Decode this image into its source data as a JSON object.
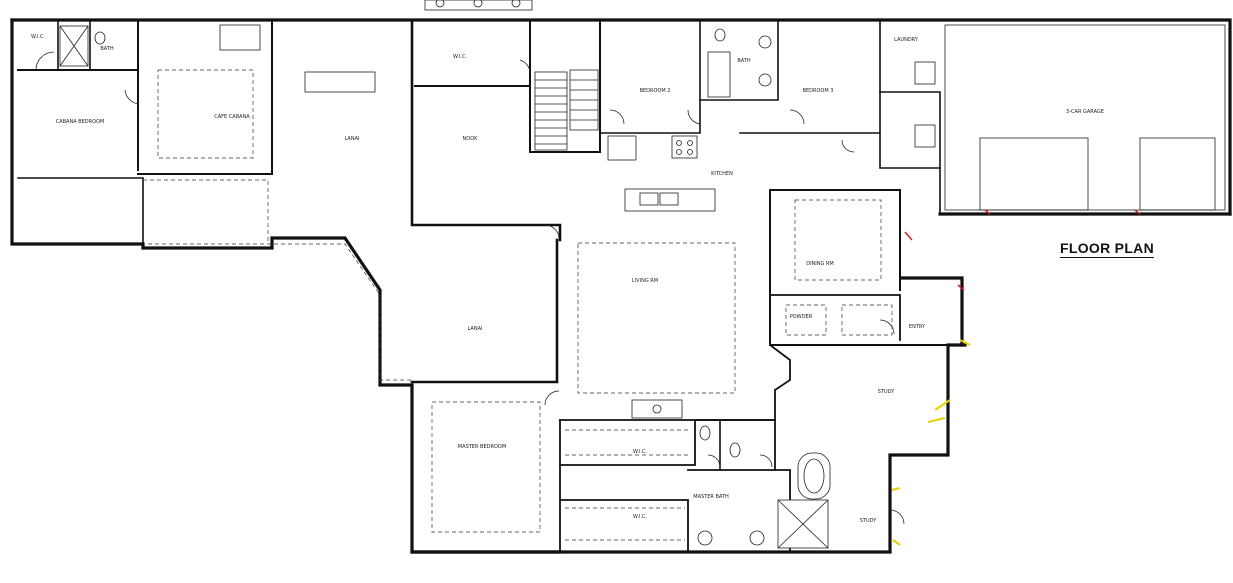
{
  "title": "FLOOR PLAN",
  "rooms": {
    "cabana_bedroom": "CABANA BEDROOM",
    "cabana_bath": "BATH",
    "wic_1": "W.I.C.",
    "cabana_great": "CAFE CABANA",
    "lanai_top": "LANAI",
    "wic_2": "W.I.C.",
    "nook": "NOOK",
    "bedroom_2": "BEDROOM 2",
    "bath_2": "BATH",
    "bedroom_3": "BEDROOM 3",
    "laundry": "LAUNDRY",
    "garage": "3-CAR GARAGE",
    "kitchen": "KITCHEN",
    "dining": "DINING RM",
    "living": "LIVING RM",
    "lanai_bottom": "LANAI",
    "master_bedroom": "MASTER BEDROOM",
    "wic_3": "W.I.C.",
    "wic_4": "W.I.C.",
    "master_bath": "MASTER BATH",
    "powder": "POWDER",
    "entry": "ENTRY",
    "study": "STUDY",
    "study_2": "STUDY"
  },
  "colors": {
    "wall": "#111111",
    "accent_red": "#cc2222",
    "accent_yellow": "#e8d000"
  }
}
